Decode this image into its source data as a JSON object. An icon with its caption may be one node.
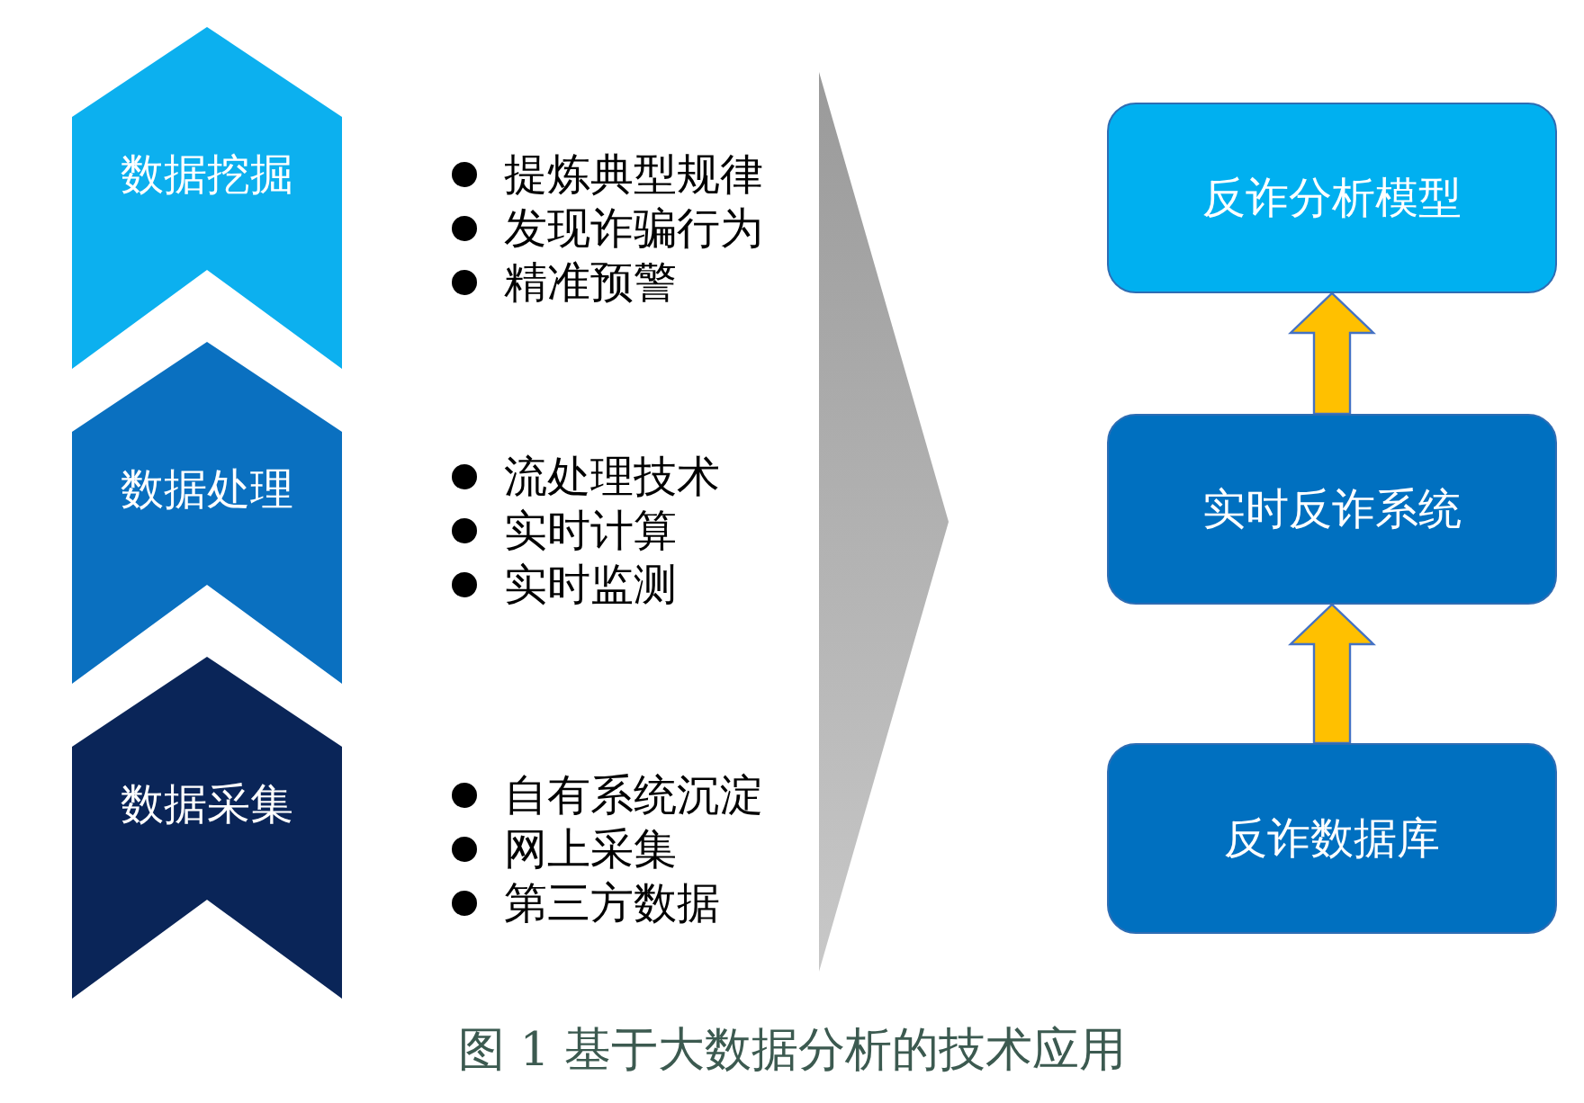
{
  "diagram": {
    "caption": "图 1 基于大数据分析的技术应用",
    "nodes": [
      {
        "text": [
          "数据挖掘"
        ]
      },
      {
        "text": [
          "数据处理"
        ]
      },
      {
        "text": [
          "数据采集"
        ]
      },
      {
        "text": [
          "反诈分析模型"
        ]
      },
      {
        "text": [
          "实时反诈系统"
        ]
      },
      {
        "text": [
          "反诈数据库"
        ]
      }
    ],
    "edges": [
      {
        "from": 5,
        "to": 4,
        "arrow": "to"
      },
      {
        "from": 4,
        "to": 3,
        "arrow": "to"
      }
    ],
    "labels": [
      "提炼典型规律",
      "发现诈骗行为",
      "精准预警",
      "流处理技术",
      "实时计算",
      "实时监测",
      "自有系统沉淀",
      "网上采集",
      "第三方数据"
    ]
  }
}
